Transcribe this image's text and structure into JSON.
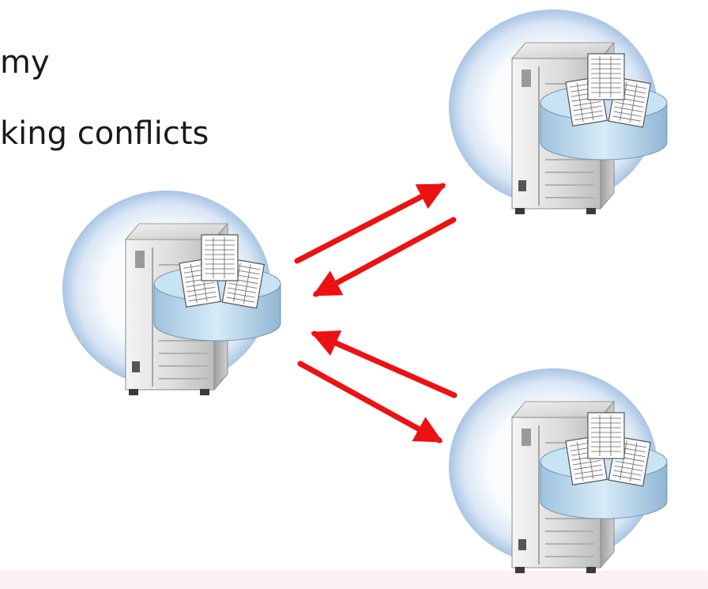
{
  "slide": {
    "text_lines": [
      "my",
      "king conflicts"
    ]
  },
  "diagram": {
    "nodes": [
      {
        "id": "server-left",
        "icon": "database-server-icon"
      },
      {
        "id": "server-top-right",
        "icon": "database-server-icon"
      },
      {
        "id": "server-bottom-right",
        "icon": "database-server-icon"
      }
    ],
    "edges": [
      {
        "from": "server-left",
        "to": "server-top-right"
      },
      {
        "from": "server-top-right",
        "to": "server-left"
      },
      {
        "from": "server-bottom-right",
        "to": "server-left"
      },
      {
        "from": "server-left",
        "to": "server-bottom-right"
      }
    ],
    "colors": {
      "arrow": "#ee1111",
      "halo_edge": "#a9c4e4",
      "disk": "#bcdcf0"
    }
  }
}
